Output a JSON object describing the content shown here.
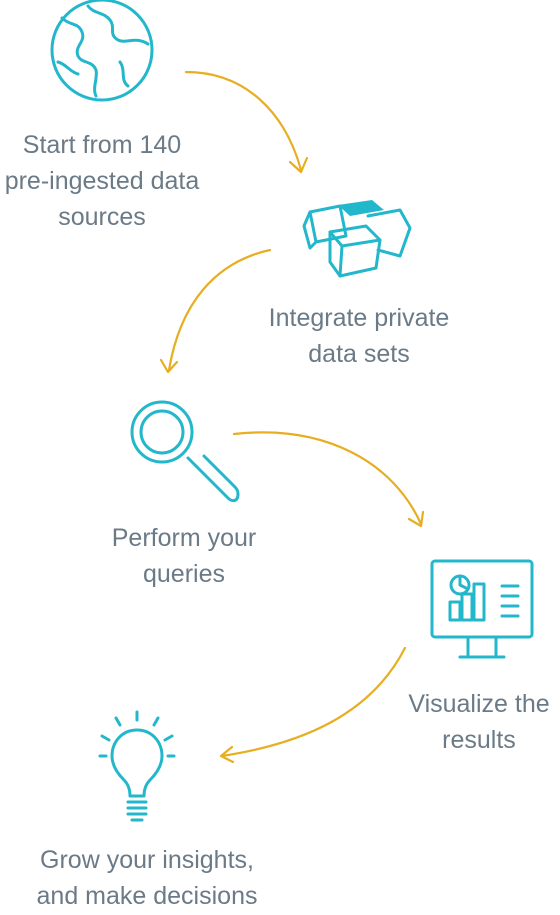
{
  "steps": [
    {
      "id": "start",
      "icon": "globe-icon",
      "lines": [
        "Start from 140",
        "pre-ingested data",
        "sources"
      ]
    },
    {
      "id": "integrate",
      "icon": "cubes-icon",
      "lines": [
        "Integrate private",
        "data sets"
      ]
    },
    {
      "id": "query",
      "icon": "magnifier-icon",
      "lines": [
        "Perform your",
        "queries"
      ]
    },
    {
      "id": "visualize",
      "icon": "monitor-chart-icon",
      "lines": [
        "Visualize the",
        "results"
      ]
    },
    {
      "id": "grow",
      "icon": "lightbulb-icon",
      "lines": [
        "Grow your insights,",
        "and make decisions"
      ]
    }
  ],
  "colors": {
    "icon": "#23b7cc",
    "arrow": "#e8ae21",
    "text": "#6b7a87"
  }
}
